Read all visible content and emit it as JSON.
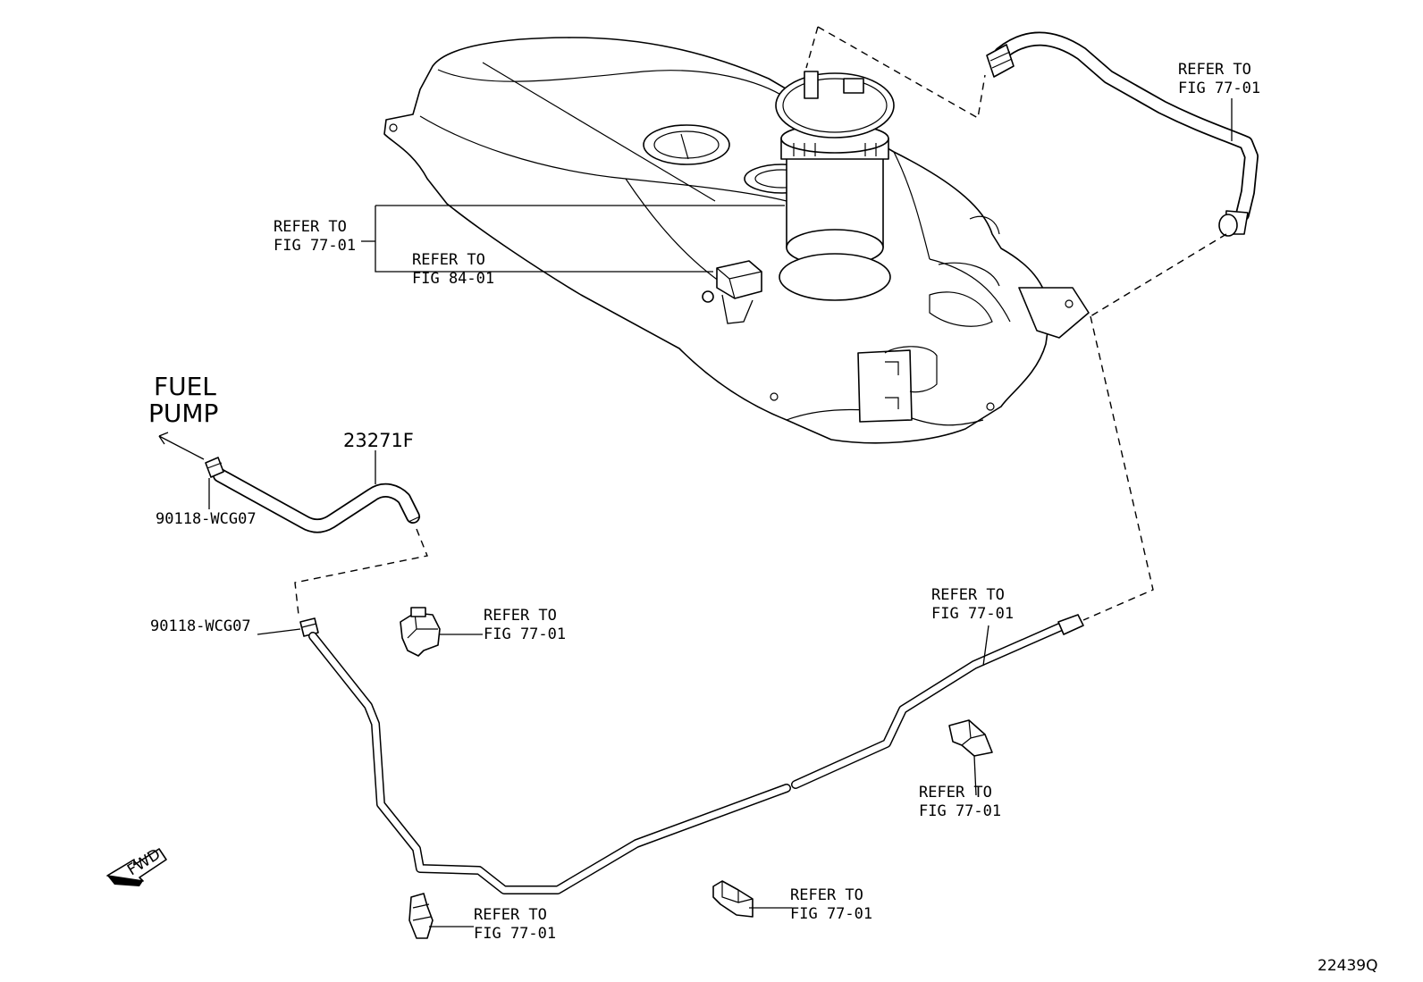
{
  "diagram": {
    "fuel_pump_label": [
      "FUEL",
      "PUMP"
    ],
    "hose_part_number": "23271F",
    "clamp_upper_part_number": "90118-WCG07",
    "clamp_lower_part_number": "90118-WCG07",
    "refer_pump_module": [
      "REFER TO",
      "FIG 77-01"
    ],
    "refer_sender": [
      "REFER TO",
      "FIG 84-01"
    ],
    "refer_vent_hose": [
      "REFER TO",
      "FIG 77-01"
    ],
    "refer_fuel_tube": [
      "REFER TO",
      "FIG 77-01"
    ],
    "refer_clip_left": [
      "REFER TO",
      "FIG 77-01"
    ],
    "refer_clip_right": [
      "REFER TO",
      "FIG 77-01"
    ],
    "refer_clip_bottom_left": [
      "REFER TO",
      "FIG 77-01"
    ],
    "refer_clip_bottom_center": [
      "REFER TO",
      "FIG 77-01"
    ],
    "fwd_arrow_text": "FWD",
    "figure_id": "22439Q"
  }
}
